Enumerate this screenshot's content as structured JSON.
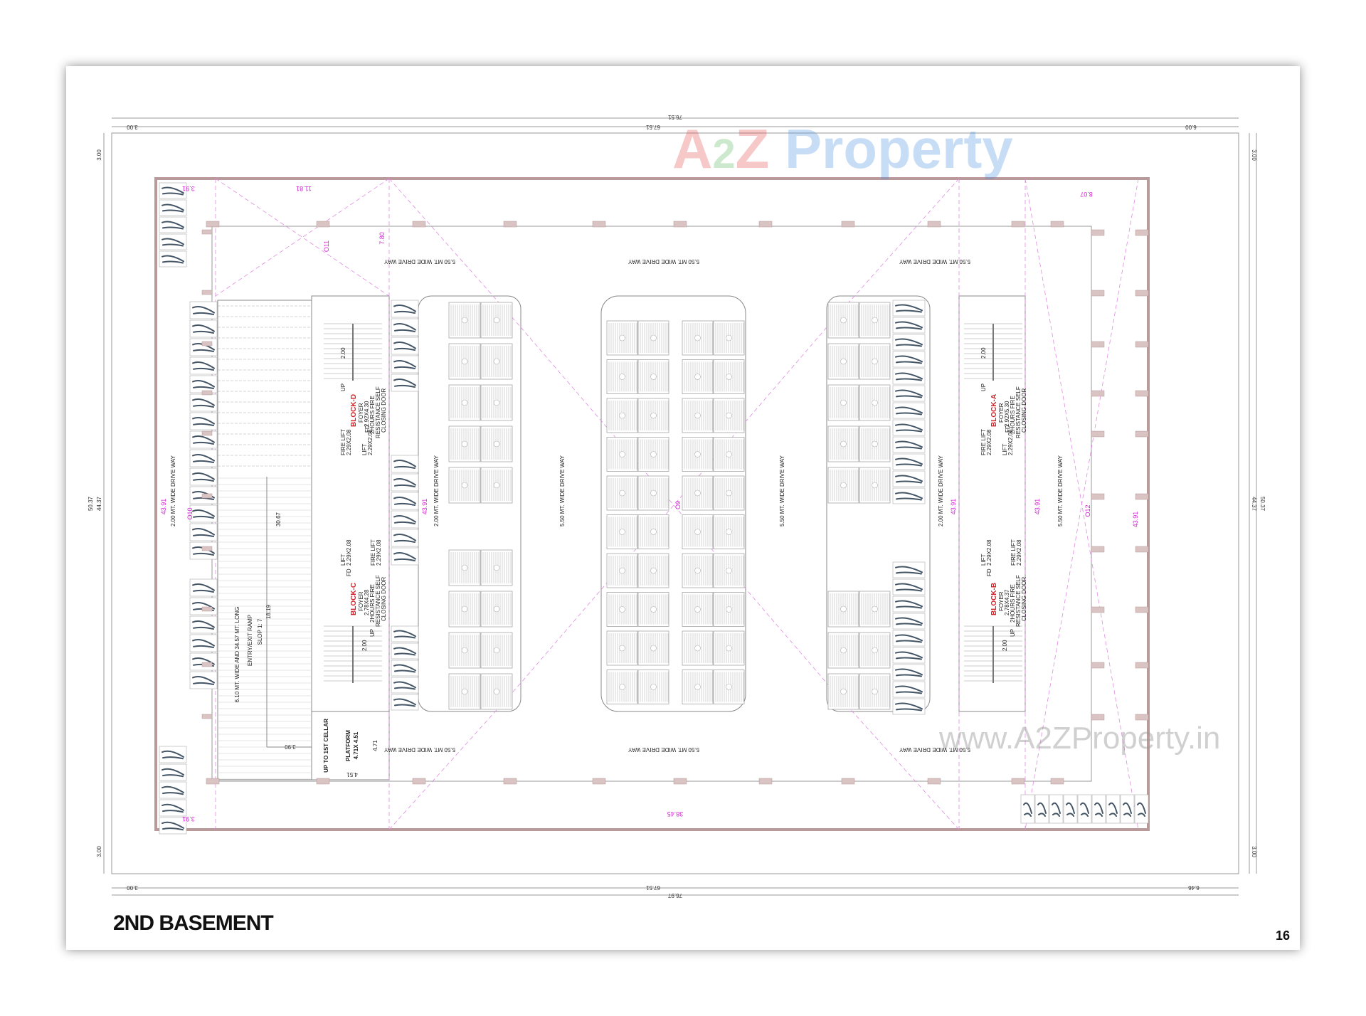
{
  "page": {
    "title": "2ND BASEMENT",
    "page_number": "16"
  },
  "watermarks": {
    "logo_a": "A",
    "logo_2": "2",
    "logo_z": "Z",
    "logo_word": "Property",
    "url": "www.A2ZProperty.in"
  },
  "colors": {
    "wall": "#b89a9a",
    "column": "#d9c3c3",
    "marker": "#d21fd2",
    "block_label": "#d4242a",
    "line": "#666666"
  },
  "dimensions": {
    "top_overall": "76.51",
    "top_inner": "67.51",
    "top_left": "3.00",
    "top_right": "6.00",
    "bottom_overall": "76.97",
    "bottom_inner": "67.51",
    "bottom_left": "3.00",
    "bottom_right": "6.46",
    "left_top": "3.00",
    "left_overall": "50.37",
    "left_inner": "44.37",
    "left_bottom": "3.00",
    "right_top": "3.00",
    "right_inner": "44.37",
    "right_overall": "50.37",
    "right_bottom": "3.00"
  },
  "markers": {
    "top_left": "3.91",
    "top_span": "11.81",
    "top_depth": "7.80",
    "o11": "O11",
    "top_right": "8.07",
    "left_43": "43.91",
    "o10": "O10",
    "core_left_43": "43.91",
    "o9": "O9",
    "core_right_43_a": "43.91",
    "core_right_43_b": "43.91",
    "o12": "O12",
    "right_43": "43.91",
    "bottom_left": "3.91",
    "bottom_span": "38.45"
  },
  "driveways": {
    "top_1": "5.50 MT. WIDE DRIVE WAY",
    "top_2": "5.50 MT. WIDE DRIVE WAY",
    "top_3": "5.50 MT. WIDE DRIVE WAY",
    "bottom_1": "5.50 MT. WIDE DRIVE WAY",
    "bottom_2": "5.50 MT. WIDE DRIVE WAY",
    "bottom_3": "5.50 MT. WIDE DRIVE WAY",
    "left_outer": "2.00 MT. WIDE DRIVE WAY",
    "left_inner": "2.00 MT. WIDE DRIVE WAY",
    "middle_1": "5.50 MT. WIDE DRIVE WAY",
    "middle_2": "5.50 MT. WIDE DRIVE WAY",
    "right_inner": "2.00 MT. WIDE DRIVE WAY",
    "right_outer": "5.50 MT. WIDE DRIVE WAY"
  },
  "ramp": {
    "line1": "6.10 MT. WIDE AND 34.57 MT. LONG",
    "line2": "ENTRY/EXIT RAMP",
    "line3": "SLOP 1: 7",
    "dim_long": "30.67",
    "dim_mid": "18.19",
    "dim_short": "3.90"
  },
  "platform": {
    "up_label": "UP TO 1ST CELLAR",
    "label": "PLATFORM",
    "size": "4.71X 4.51",
    "dim_v": "4.71",
    "dim_h": "4.51"
  },
  "blocks": [
    {
      "name": "BLOCK-D",
      "foyer": "FOYER",
      "foyer_size": "2.92X4.30",
      "door1": "2HOURS FIRE",
      "door2": "RESISTANCE SELF",
      "door3": "CLOSING DOOR",
      "fire_lift": "FIRE LIFT",
      "fire_lift_size": "2.29X2.08",
      "lift": "LIFT",
      "lift_size": "2.29X2.08",
      "fd": "FD",
      "up": "UP",
      "stair": "2.00"
    },
    {
      "name": "BLOCK-C",
      "foyer": "FOYER",
      "foyer_size": "2.78X4.28",
      "door1": "2HOURS FIRE",
      "door2": "RESISTANCE SELF",
      "door3": "CLOSING DOOR",
      "fire_lift": "FIRE LIFT",
      "fire_lift_size": "2.29X2.08",
      "lift": "LIFT",
      "lift_size": "2.29X2.08",
      "fd": "FD",
      "up": "UP",
      "stair": "2.00"
    },
    {
      "name": "BLOCK-A",
      "foyer": "FOYER",
      "foyer_size": "2.92X5.30",
      "door1": "2HOURS FIRE",
      "door2": "RESISTANCE SELF",
      "door3": "CLOSING DOOR",
      "fire_lift": "FIRE LIFT",
      "fire_lift_size": "2.29X2.08",
      "lift": "LIFT",
      "lift_size": "2.29X2.08",
      "fd": "FD",
      "up": "UP",
      "stair": "2.00"
    },
    {
      "name": "BLOCK-B",
      "foyer": "FOYER",
      "foyer_size": "2.78X4.37",
      "door1": "2HOURS FIRE",
      "door2": "RESISTANCE SELF",
      "door3": "CLOSING DOOR",
      "fire_lift": "FIRE LIFT",
      "fire_lift_size": "2.29X2.08",
      "lift": "LIFT",
      "lift_size": "2.29X2.08",
      "fd": "FD",
      "up": "UP",
      "stair": "2.00"
    }
  ]
}
